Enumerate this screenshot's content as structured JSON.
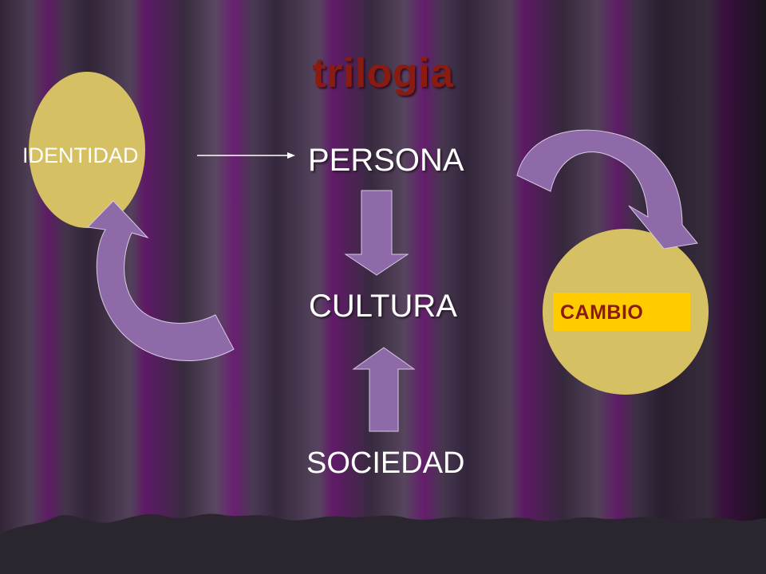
{
  "title": "trilogia",
  "center_stack": {
    "top": "PERSONA",
    "middle": "CULTURA",
    "bottom": "SOCIEDAD"
  },
  "left_node": {
    "label": "IDENTIDAD"
  },
  "right_node": {
    "label": "CAMBIO"
  },
  "colors": {
    "title": "#8b1a10",
    "curtain_base": "#4e3d56",
    "curtain_stripe": "#6b1d73",
    "ellipse_fill": "#d5c063",
    "arrow_fill": "#8e6ba8",
    "cambio_box": "#ffcc00",
    "cambio_text": "#8b1a10",
    "text": "#ffffff"
  }
}
